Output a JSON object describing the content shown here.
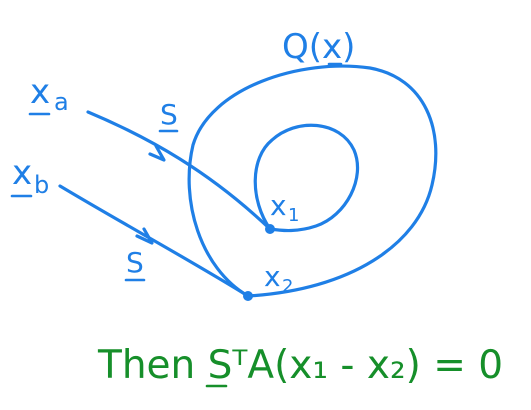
{
  "colors": {
    "background": "#ffffff",
    "blue_ink": "#1f7fe6",
    "green_ink": "#168f2a"
  },
  "labels": {
    "surface": "Q(x)",
    "point_a": "x",
    "point_a_sub": "a",
    "point_b": "x",
    "point_b_sub": "b",
    "direction_upper": "S",
    "direction_lower": "S",
    "point_1": "x",
    "point_1_sub": "1",
    "point_2": "x",
    "point_2_sub": "2"
  },
  "equation": {
    "text": "Then SᵀA(x₁ - x₂) = 0"
  }
}
